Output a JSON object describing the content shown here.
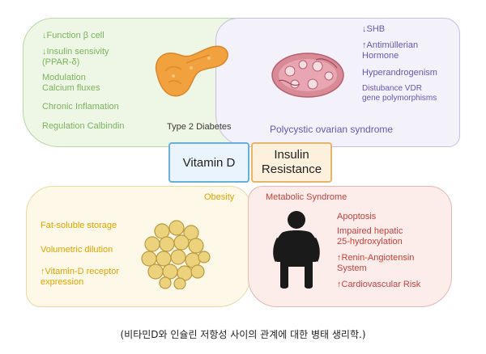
{
  "diabetes": {
    "title": "Type 2 Diabetes",
    "items": [
      "↓Function β cell",
      "↓Insulin sensivity",
      "(PPAR-δ)",
      "Modulation",
      "Calcium fluxes",
      "Chronic Inflamation",
      "Regulation Calbindin"
    ]
  },
  "pcos": {
    "title": "Polycystic ovarian syndrome",
    "items": [
      "↓SHB",
      "↑Antimüllerian",
      "Hormone",
      "Hyperandrogenism",
      "Distubance VDR",
      "gene polymorphisms"
    ]
  },
  "obesity": {
    "title": "Obesity",
    "items": [
      "Fat-soluble storage",
      "Volumetric dilution",
      "↑Vitamin-D receptor",
      "expression"
    ]
  },
  "metabolic": {
    "title": "Metabolic Syndrome",
    "items": [
      "Apoptosis",
      "Impaired hepatic",
      "25-hydroxylation",
      "↑Renin-Angiotensin",
      "System",
      "↑Cardiovascular Risk"
    ]
  },
  "center": {
    "vitamin_d": "Vitamin D",
    "insulin_resistance": "Insulin\nResistance"
  },
  "caption": "(비타민D와 인슐린 저항성 사이의 관계에 대한 병태 생리학.)",
  "colors": {
    "green": "#7bb35c",
    "purple": "#6955b5",
    "yellow": "#e0a300",
    "red": "#c7403a"
  }
}
